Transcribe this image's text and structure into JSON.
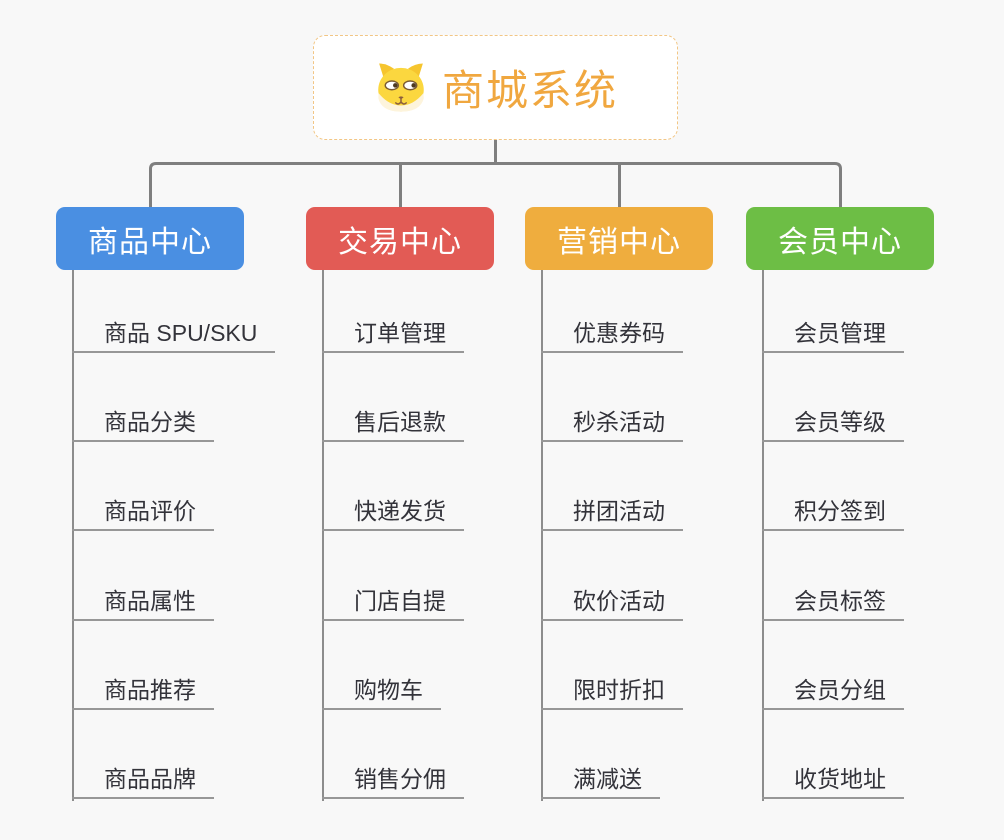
{
  "root": {
    "title": "商城系统",
    "title_color": "#F0A73F",
    "border_color": "#F2C685",
    "icon": "dog-face-icon"
  },
  "connectors": {
    "tree_line_color": "#7f7f7f",
    "leaf_line_color": "#979797"
  },
  "branches": [
    {
      "label": "商品中心",
      "color": "#4A8FE2",
      "children": [
        "商品 SPU/SKU",
        "商品分类",
        "商品评价",
        "商品属性",
        "商品推荐",
        "商品品牌"
      ]
    },
    {
      "label": "交易中心",
      "color": "#E25B55",
      "children": [
        "订单管理",
        "售后退款",
        "快递发货",
        "门店自提",
        "购物车",
        "销售分佣"
      ]
    },
    {
      "label": "营销中心",
      "color": "#EFAD3E",
      "children": [
        "优惠券码",
        "秒杀活动",
        "拼团活动",
        "砍价活动",
        "限时折扣",
        "满减送"
      ]
    },
    {
      "label": "会员中心",
      "color": "#6DBE45",
      "children": [
        "会员管理",
        "会员等级",
        "积分签到",
        "会员标签",
        "会员分组",
        "收货地址"
      ]
    }
  ]
}
